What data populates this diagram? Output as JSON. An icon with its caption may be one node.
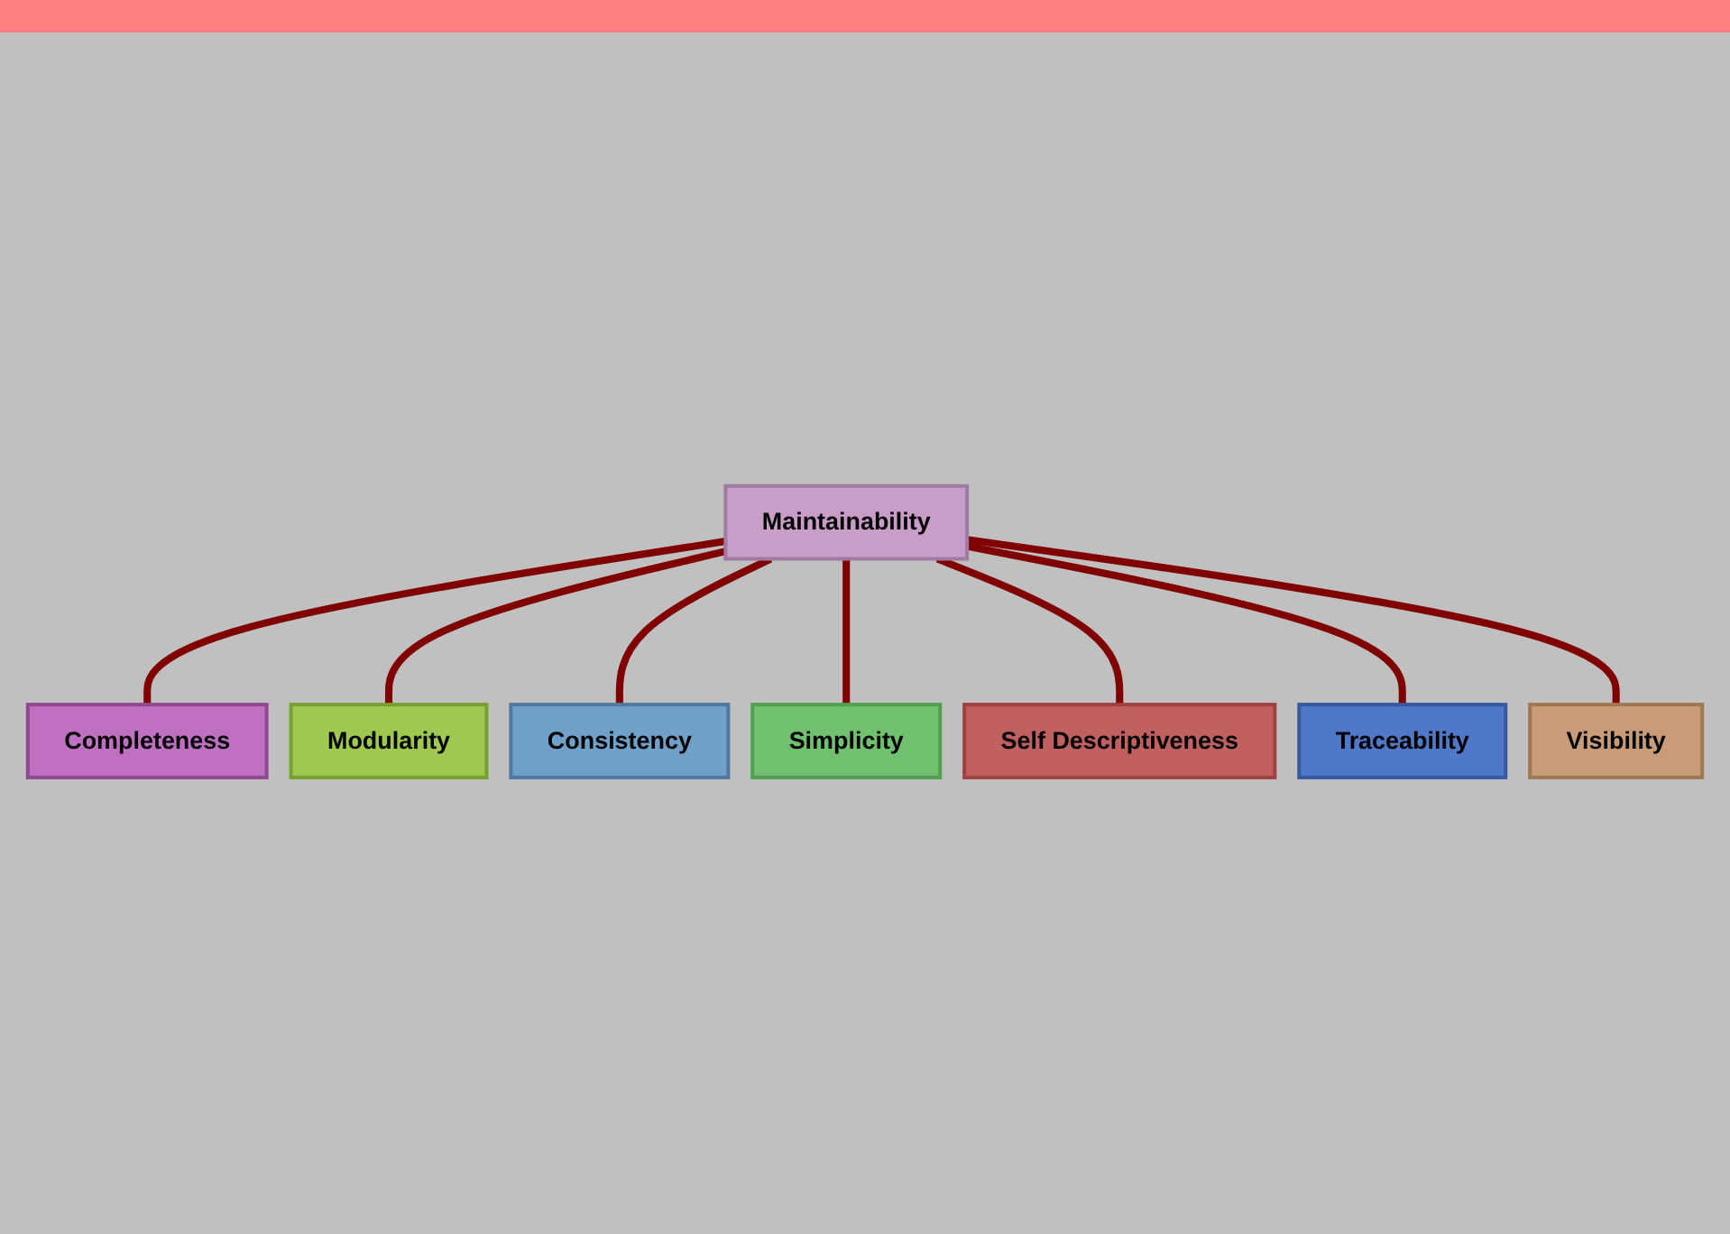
{
  "diagram": {
    "nodes": [
      {
        "text": [
          "Maintainability"
        ]
      },
      {
        "text": [
          "Completeness"
        ]
      },
      {
        "text": [
          "Modularity"
        ]
      },
      {
        "text": [
          "Consistency"
        ]
      },
      {
        "text": [
          "Simplicity"
        ]
      },
      {
        "text": [
          "Self Descriptiveness"
        ]
      },
      {
        "text": [
          "Traceability"
        ]
      },
      {
        "text": [
          "Visibility"
        ]
      }
    ],
    "edges": [
      {
        "from": 0,
        "to": 1,
        "arrow": "none"
      },
      {
        "from": 0,
        "to": 2,
        "arrow": "none"
      },
      {
        "from": 0,
        "to": 3,
        "arrow": "none"
      },
      {
        "from": 0,
        "to": 4,
        "arrow": "none"
      },
      {
        "from": 0,
        "to": 5,
        "arrow": "none"
      },
      {
        "from": 0,
        "to": 6,
        "arrow": "none"
      },
      {
        "from": 0,
        "to": 7,
        "arrow": "none"
      }
    ]
  }
}
